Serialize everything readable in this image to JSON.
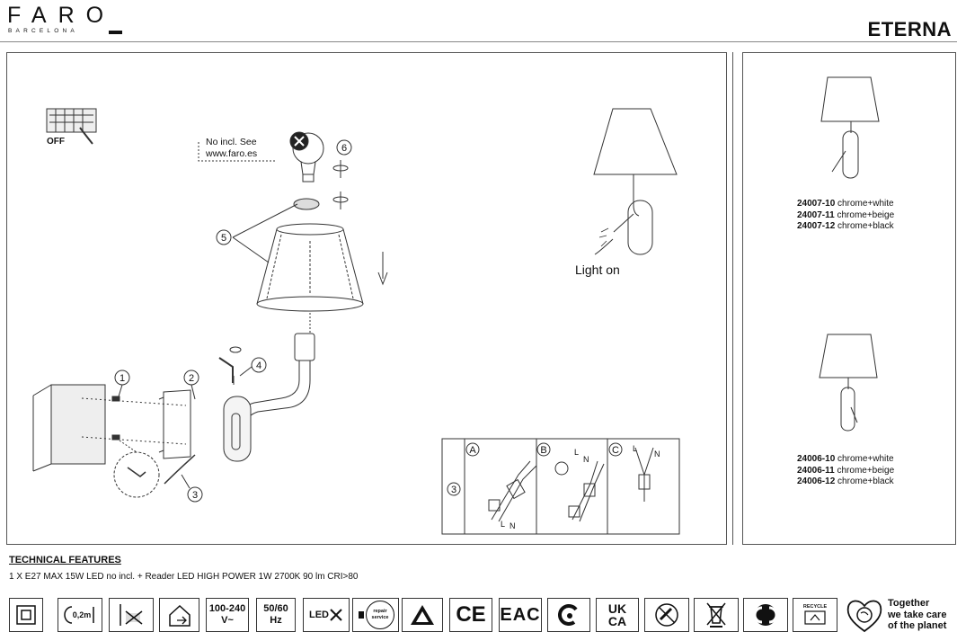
{
  "brand": {
    "name": "FARO",
    "subtitle": "BARCELONA"
  },
  "product_name": "ETERNA",
  "diagram": {
    "off_label": "OFF",
    "not_included_note_line1": "No incl. See",
    "not_included_note_line2": "www.faro.es",
    "light_on_label": "Light on",
    "step_numbers": [
      "1",
      "2",
      "3",
      "4",
      "5",
      "6"
    ],
    "detail_step": "3",
    "detail_panels": [
      "A",
      "B",
      "C"
    ],
    "wire_labels": {
      "live": "L",
      "neutral": "N"
    }
  },
  "variants_a": [
    {
      "code": "24007-10",
      "finish": "chrome+white"
    },
    {
      "code": "24007-11",
      "finish": "chrome+beige"
    },
    {
      "code": "24007-12",
      "finish": "chrome+black"
    }
  ],
  "variants_b": [
    {
      "code": "24006-10",
      "finish": "chrome+white"
    },
    {
      "code": "24006-11",
      "finish": "chrome+beige"
    },
    {
      "code": "24006-12",
      "finish": "chrome+black"
    }
  ],
  "technical": {
    "title": "TECHNICAL FEATURES",
    "description": "1 X E27 MAX 15W LED no incl. + Reader LED HIGH POWER 1W 2700K 90 lm CRI>80"
  },
  "icons": {
    "distance": "0,2m",
    "voltage_line1": "100-240",
    "voltage_line2": "V~",
    "frequency_line1": "50/60",
    "frequency_line2": "Hz",
    "led": "LED",
    "repair_line1": "repair",
    "repair_line2": "service",
    "ce": "CE",
    "eac": "EAC",
    "ukca_line1": "UK",
    "ukca_line2": "CA",
    "recycle": "RECYCLE",
    "planet_line1": "Together",
    "planet_line2": "we take care",
    "planet_line3": "of the planet"
  }
}
